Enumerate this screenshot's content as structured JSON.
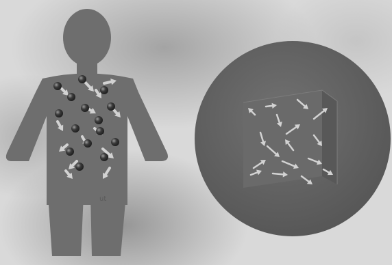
{
  "figure": {
    "left_panel": {
      "subject": "human-body-silhouette",
      "contents": "particles-with-motion-arrows",
      "caption": "ut"
    },
    "right_panel": {
      "subject": "magnified-cube-in-circle",
      "contents": "random-direction-arrows"
    }
  },
  "colors": {
    "background": "#d9d9d9",
    "body": "#6e6e6e",
    "circle": "#626262",
    "cube_front": "#6a6a6a",
    "cube_top": "#8a8a8a",
    "cube_side": "#585858",
    "particle": "#2b2b2b",
    "arrow": "#d2d2d2"
  },
  "icons": {
    "particle": "sphere",
    "arrow": "motion-arrow"
  }
}
